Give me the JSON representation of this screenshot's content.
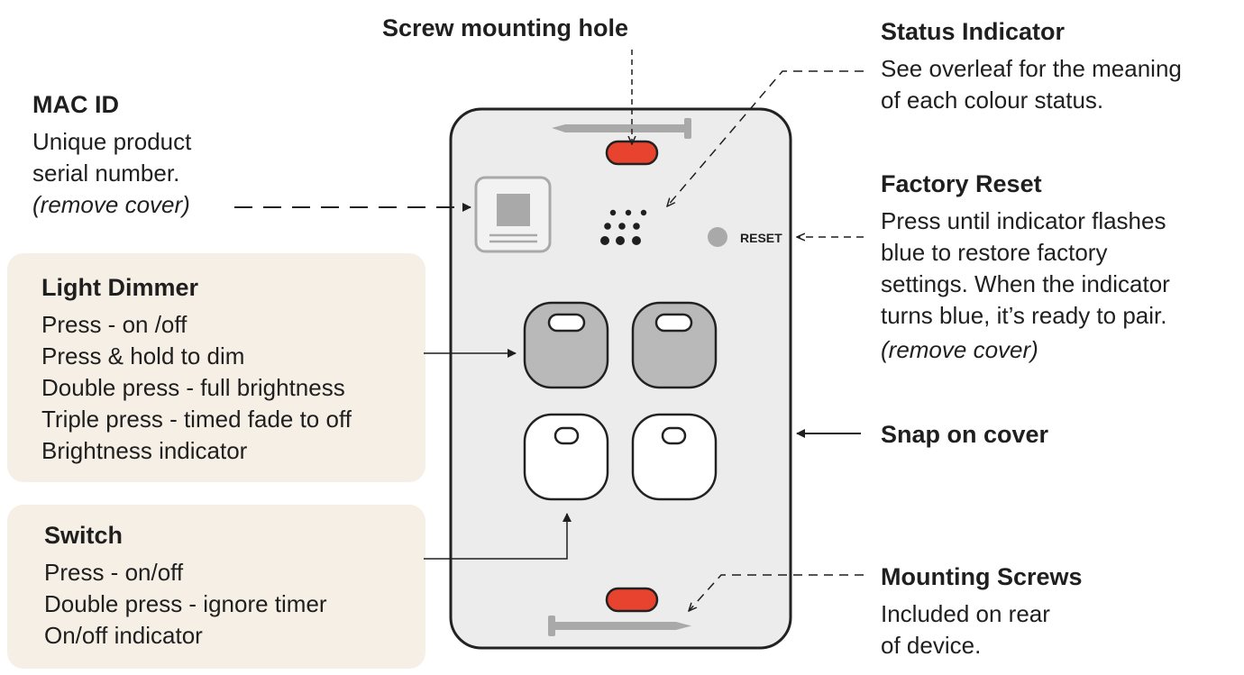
{
  "screw_hole": {
    "title": "Screw mounting hole"
  },
  "status_indicator": {
    "title": "Status Indicator",
    "lines": [
      "See overleaf for the meaning",
      "of each colour status."
    ]
  },
  "mac_id": {
    "title": "MAC ID",
    "lines": [
      "Unique product",
      "serial number."
    ],
    "note": "(remove cover)"
  },
  "factory_reset": {
    "title": "Factory Reset",
    "lines": [
      "Press until indicator flashes",
      "blue to restore factory",
      "settings. When the indicator",
      "turns blue, it’s ready to pair."
    ],
    "note": "(remove cover)",
    "button_label": "RESET"
  },
  "light_dimmer": {
    "title": "Light Dimmer",
    "lines": [
      "Press - on /off",
      "Press & hold to dim",
      "Double press - full brightness",
      "Triple press - timed fade to off",
      "Brightness indicator"
    ]
  },
  "snap_cover": {
    "title": "Snap on cover"
  },
  "switch": {
    "title": "Switch",
    "lines": [
      "Press - on/off",
      "Double press - ignore timer",
      "On/off indicator"
    ]
  },
  "mounting_screws": {
    "title": "Mounting Screws",
    "lines": [
      "Included on rear",
      "of device."
    ]
  },
  "colors": {
    "panel_bg": "#f6efe5",
    "device_fill": "#ececec",
    "device_stroke": "#222222",
    "indicator_red": "#e8432e",
    "dimmer_button": "#b9b9b9",
    "screw_gray": "#a9a9a9",
    "text": "#1f1f1f"
  },
  "icons": [
    "screw-icon",
    "mounting-hole-icon",
    "qr-label-icon",
    "sensor-dots-icon",
    "reset-button-icon",
    "dimmer-button-icon",
    "switch-button-icon"
  ]
}
